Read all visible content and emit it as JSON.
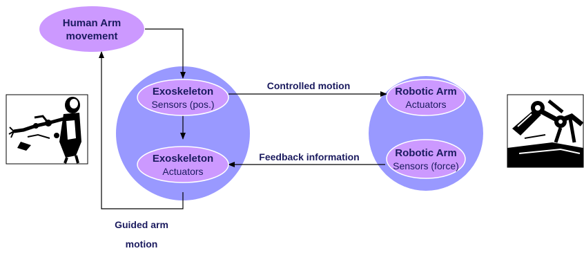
{
  "nodes": {
    "human_arm": {
      "title_line1": "Human Arm",
      "title_line2": "movement"
    },
    "exo_sensors": {
      "title": "Exoskeleton",
      "subtitle": "Sensors (pos.)"
    },
    "exo_actuators": {
      "title": "Exoskeleton",
      "subtitle": "Actuators"
    },
    "robot_actuators": {
      "title": "Robotic Arm",
      "subtitle": "Actuators"
    },
    "robot_sensors": {
      "title": "Robotic Arm",
      "subtitle": "Sensors (force)"
    }
  },
  "edges": {
    "controlled_motion": "Controlled motion",
    "feedback_information": "Feedback information",
    "guided_line1": "Guided arm",
    "guided_line2": "motion"
  },
  "colors": {
    "lavender": "#cc99ff",
    "periwinkle": "#9999ff",
    "ink": "#1a1a5e"
  },
  "icons": {
    "left_image": "human-exoskeleton-illustration",
    "right_image": "robotic-arm-illustration"
  }
}
